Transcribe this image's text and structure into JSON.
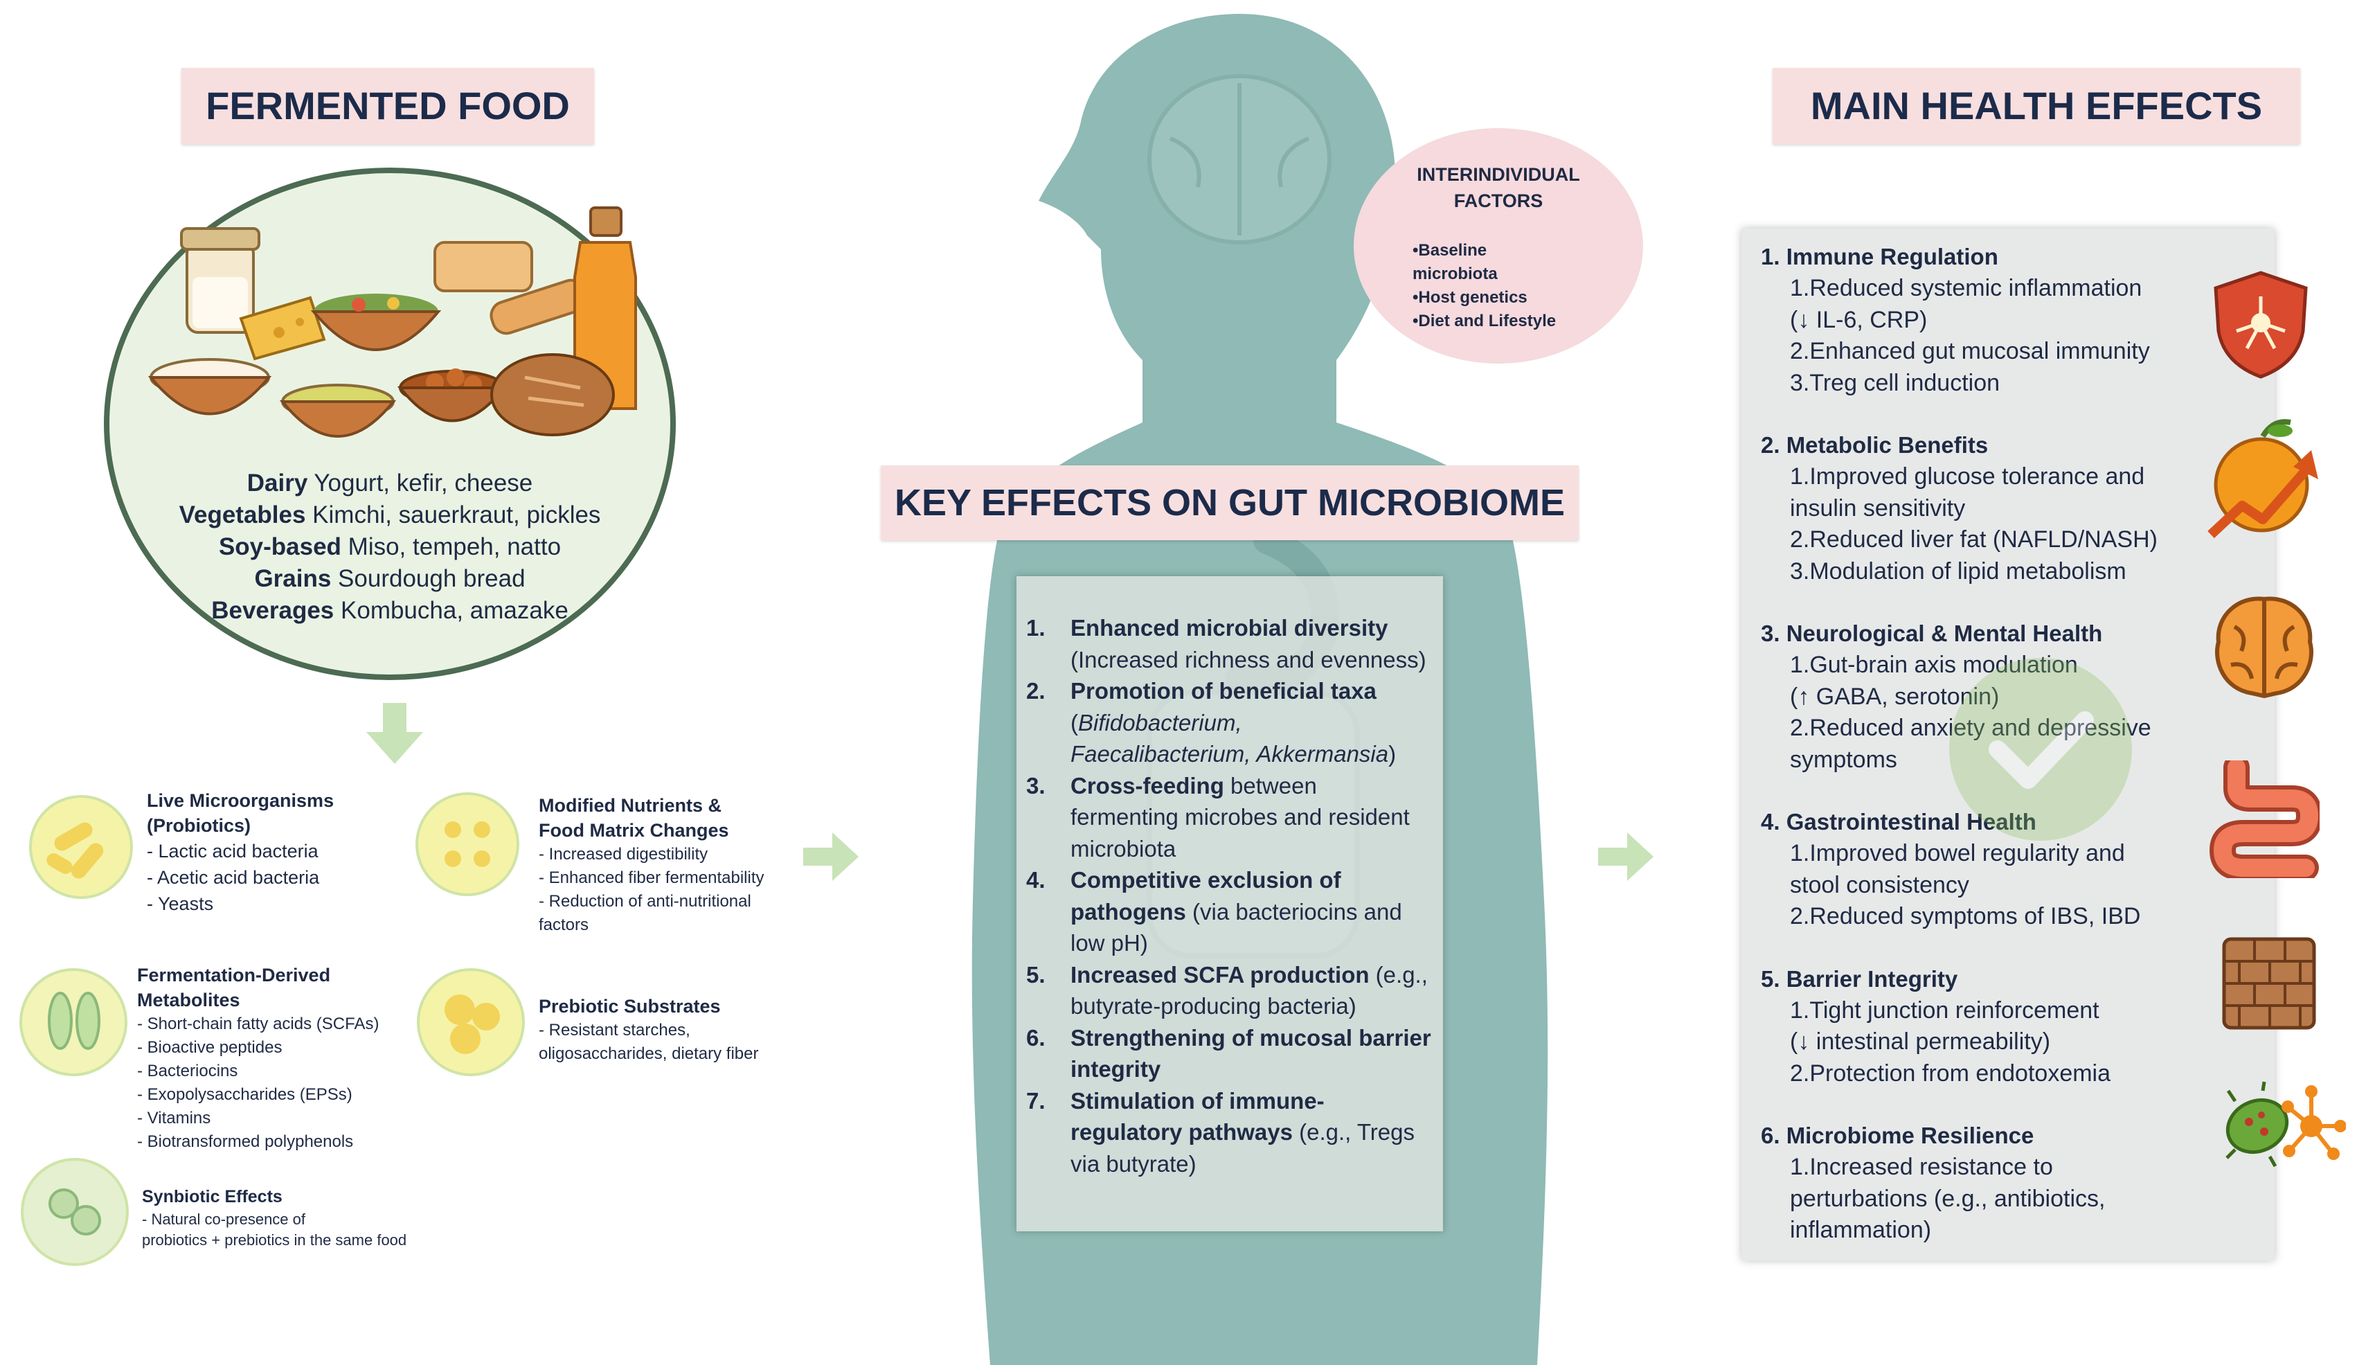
{
  "fermented_food": {
    "title": "FERMENTED FOOD",
    "lines": [
      {
        "label": "Dairy",
        "text": " Yogurt, kefir, cheese"
      },
      {
        "label": "Vegetables",
        "text": " Kimchi,  sauerkraut, pickles"
      },
      {
        "label": "Soy-based",
        "text": " Miso, tempeh, natto"
      },
      {
        "label": "Grains",
        "text": " Sourdough bread"
      },
      {
        "label": "Beverages",
        "text": " Kombucha, amazake"
      }
    ]
  },
  "components": [
    {
      "title": "Live Microorganisms\n(Probiotics)",
      "items": [
        "- Lactic acid bacteria",
        "- Acetic acid bacteria",
        "- Yeasts"
      ]
    },
    {
      "title": "Modified Nutrients &\nFood Matrix Changes",
      "items": [
        "- Increased digestibility",
        "- Enhanced fiber fermentability",
        "- Reduction of anti-nutritional\nfactors"
      ]
    },
    {
      "title": "Fermentation-Derived\n Metabolites",
      "items": [
        "- Short-chain fatty acids (SCFAs)",
        "- Bioactive peptides",
        "- Bacteriocins",
        "- Exopolysaccharides (EPSs)",
        "- Vitamins",
        "- Biotransformed polyphenols"
      ]
    },
    {
      "title": "Prebiotic Substrates",
      "items": [
        "- Resistant starches,\noligosaccharides, dietary fiber"
      ]
    },
    {
      "title": "Synbiotic Effects",
      "items": [
        "- Natural co-presence of\nprobiotics + prebiotics in the same food"
      ]
    }
  ],
  "interindividual": {
    "title": "INTERINDIVIDUAL\nFACTORS",
    "items": [
      "•Baseline\nmicrobiota",
      "•Host genetics",
      "•Diet and Lifestyle"
    ]
  },
  "key_effects": {
    "title": "KEY EFFECTS ON GUT MICROBIOME",
    "items": [
      {
        "num": "1.",
        "bold": "Enhanced microbial diversity",
        "rest": "(Increased richness and evenness)"
      },
      {
        "num": "2.",
        "bold": "Promotion of beneficial taxa",
        "rest": "(",
        "italic": "Bifidobacterium,\nFaecalibacterium, Akkermansia",
        "tail": ")"
      },
      {
        "num": "3.",
        "bold": "Cross-feeding",
        "rest": " between\nfermenting microbes and resident\nmicrobiota"
      },
      {
        "num": "4.",
        "bold": "Competitive exclusion of\npathogens",
        "rest": " (via bacteriocins and\nlow pH)"
      },
      {
        "num": "5.",
        "bold": "Increased SCFA production",
        "rest": " (e.g.,\nbutyrate-producing bacteria)"
      },
      {
        "num": "6.",
        "bold": "Strengthening of mucosal barrier\nintegrity",
        "rest": ""
      },
      {
        "num": "7.",
        "bold": "Stimulation of immune-\nregulatory pathways",
        "rest": " (e.g., Tregs\nvia butyrate)"
      }
    ]
  },
  "health_effects": {
    "title": "MAIN HEALTH EFFECTS",
    "sections": [
      {
        "head": "1. Immune Regulation",
        "icon": "shield-icon",
        "items": [
          "1.Reduced systemic inflammation\n(↓ IL-6, CRP)",
          "2.Enhanced gut mucosal immunity",
          "3.Treg cell induction"
        ]
      },
      {
        "head": "2. Metabolic Benefits",
        "icon": "orange-trend-icon",
        "items": [
          "1.Improved glucose tolerance and\ninsulin sensitivity",
          "2.Reduced liver fat (NAFLD/NASH)",
          "3.Modulation of lipid metabolism"
        ]
      },
      {
        "head": "3. Neurological & Mental Health",
        "icon": "brain-icon",
        "items": [
          "1.Gut-brain axis modulation\n(↑ GABA, serotonin)",
          "2.Reduced anxiety and depressive\nsymptoms"
        ]
      },
      {
        "head": "4. Gastrointestinal Health",
        "icon": "intestine-icon",
        "items": [
          "1.Improved bowel regularity and\nstool consistency",
          "2.Reduced symptoms of IBS, IBD"
        ]
      },
      {
        "head": "5. Barrier Integrity",
        "icon": "brick-wall-icon",
        "items": [
          "1.Tight junction reinforcement\n(↓ intestinal permeability)",
          "2.Protection from endotoxemia"
        ]
      },
      {
        "head": "6. Microbiome Resilience",
        "icon": "microbe-icon",
        "items": [
          "1.Increased resistance to\n perturbations (e.g., antibiotics,\ninflammation)"
        ]
      }
    ]
  },
  "colors": {
    "title_bg": "#f7dfe0",
    "body": "#8fbab5",
    "food_circle": "#eaf3e3",
    "food_border": "#4c6b52",
    "arrow": "#c7e3b7",
    "text": "#1f2a44"
  }
}
